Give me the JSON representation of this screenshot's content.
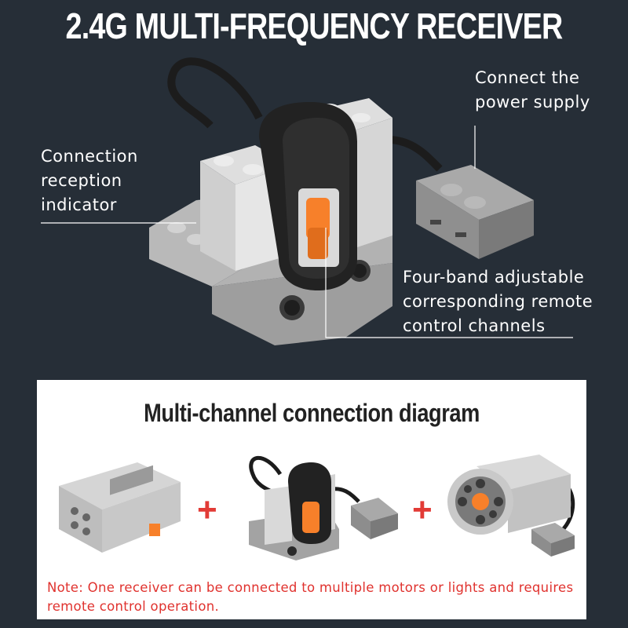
{
  "header": {
    "title": "2.4G MULTI-FREQUENCY RECEIVER"
  },
  "callouts": {
    "power": [
      "Connect the",
      "power supply"
    ],
    "indicator": [
      "Connection",
      "reception",
      "indicator"
    ],
    "bands": [
      "Four-band adjustable",
      "corresponding remote",
      "control channels"
    ]
  },
  "diagram": {
    "title": "Multi-channel connection diagram",
    "plus_sign": "+",
    "note": [
      "Note: One receiver can be connected to multiple motors or lights and requires",
      "remote control operation."
    ]
  },
  "colors": {
    "background": "#262e37",
    "accent": "#f7802a",
    "note_red": "#e0322e"
  }
}
